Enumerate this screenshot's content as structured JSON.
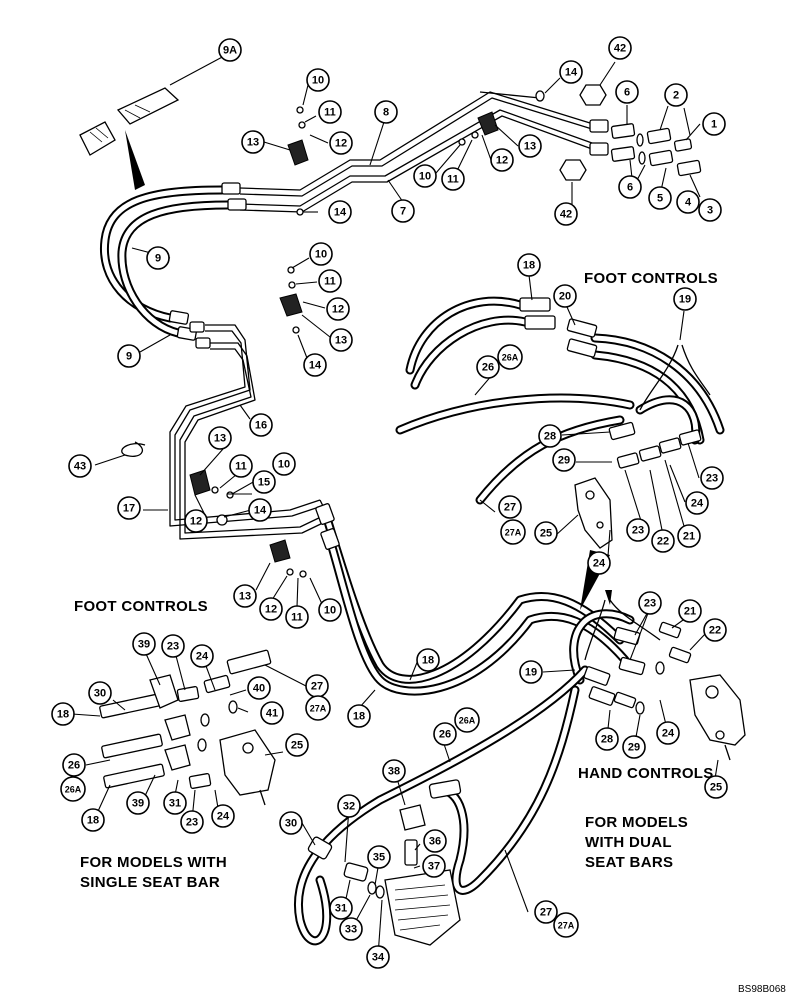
{
  "labels": {
    "foot_controls_top": "FOOT CONTROLS",
    "foot_controls_left": "FOOT CONTROLS",
    "hand_controls": "HAND CONTROLS",
    "single_seat_line1": "FOR MODELS WITH",
    "single_seat_line2": "SINGLE SEAT BAR",
    "dual_seat_line1": "FOR MODELS",
    "dual_seat_line2": "WITH DUAL",
    "dual_seat_line3": "SEAT  BARS",
    "figure_ref": "BS98B068"
  },
  "callouts": [
    {
      "id": "c-9a",
      "text": "9A"
    },
    {
      "id": "c-42a",
      "text": "42"
    },
    {
      "id": "c-14a",
      "text": "14"
    },
    {
      "id": "c-10a",
      "text": "10"
    },
    {
      "id": "c-8",
      "text": "8"
    },
    {
      "id": "c-11a",
      "text": "11"
    },
    {
      "id": "c-6a",
      "text": "6"
    },
    {
      "id": "c-2",
      "text": "2"
    },
    {
      "id": "c-1",
      "text": "1"
    },
    {
      "id": "c-13a",
      "text": "13"
    },
    {
      "id": "c-12a",
      "text": "12"
    },
    {
      "id": "c-12b",
      "text": "12"
    },
    {
      "id": "c-13b",
      "text": "13"
    },
    {
      "id": "c-10b",
      "text": "10"
    },
    {
      "id": "c-11b",
      "text": "11"
    },
    {
      "id": "c-7",
      "text": "7"
    },
    {
      "id": "c-14b",
      "text": "14"
    },
    {
      "id": "c-6b",
      "text": "6"
    },
    {
      "id": "c-5",
      "text": "5"
    },
    {
      "id": "c-4",
      "text": "4"
    },
    {
      "id": "c-3",
      "text": "3"
    },
    {
      "id": "c-42b",
      "text": "42"
    },
    {
      "id": "c-9b",
      "text": "9"
    },
    {
      "id": "c-10c",
      "text": "10"
    },
    {
      "id": "c-11c",
      "text": "11"
    },
    {
      "id": "c-12c",
      "text": "12"
    },
    {
      "id": "c-13c",
      "text": "13"
    },
    {
      "id": "c-14c",
      "text": "14"
    },
    {
      "id": "c-9c",
      "text": "9"
    },
    {
      "id": "c-18a",
      "text": "18"
    },
    {
      "id": "c-20a",
      "text": "20"
    },
    {
      "id": "c-19a",
      "text": "19"
    },
    {
      "id": "c-26a",
      "text": "26"
    },
    {
      "id": "c-26aa",
      "text": "26A"
    },
    {
      "id": "c-16",
      "text": "16"
    },
    {
      "id": "c-13d",
      "text": "13"
    },
    {
      "id": "c-10d",
      "text": "10"
    },
    {
      "id": "c-11d",
      "text": "11"
    },
    {
      "id": "c-15",
      "text": "15"
    },
    {
      "id": "c-43",
      "text": "43"
    },
    {
      "id": "c-14d",
      "text": "14"
    },
    {
      "id": "c-17",
      "text": "17"
    },
    {
      "id": "c-12d",
      "text": "12"
    },
    {
      "id": "c-28a",
      "text": "28"
    },
    {
      "id": "c-29a",
      "text": "29"
    },
    {
      "id": "c-23a",
      "text": "23"
    },
    {
      "id": "c-24a",
      "text": "24"
    },
    {
      "id": "c-27a",
      "text": "27"
    },
    {
      "id": "c-27aa",
      "text": "27A"
    },
    {
      "id": "c-25a",
      "text": "25"
    },
    {
      "id": "c-23b",
      "text": "23"
    },
    {
      "id": "c-22a",
      "text": "22"
    },
    {
      "id": "c-21a",
      "text": "21"
    },
    {
      "id": "c-24b",
      "text": "24"
    },
    {
      "id": "c-13e",
      "text": "13"
    },
    {
      "id": "c-12e",
      "text": "12"
    },
    {
      "id": "c-11e",
      "text": "11"
    },
    {
      "id": "c-10e",
      "text": "10"
    },
    {
      "id": "c-23c",
      "text": "23"
    },
    {
      "id": "c-21b",
      "text": "21"
    },
    {
      "id": "c-22b",
      "text": "22"
    },
    {
      "id": "c-39a",
      "text": "39"
    },
    {
      "id": "c-23d",
      "text": "23"
    },
    {
      "id": "c-24c",
      "text": "24"
    },
    {
      "id": "c-27b",
      "text": "27"
    },
    {
      "id": "c-27ab",
      "text": "27A"
    },
    {
      "id": "c-40",
      "text": "40"
    },
    {
      "id": "c-41",
      "text": "41"
    },
    {
      "id": "c-30a",
      "text": "30"
    },
    {
      "id": "c-18b",
      "text": "18"
    },
    {
      "id": "c-18c",
      "text": "18"
    },
    {
      "id": "c-19b",
      "text": "19"
    },
    {
      "id": "c-18d",
      "text": "18"
    },
    {
      "id": "c-26b",
      "text": "26"
    },
    {
      "id": "c-26ab",
      "text": "26A"
    },
    {
      "id": "c-25b",
      "text": "25"
    },
    {
      "id": "c-39b",
      "text": "39"
    },
    {
      "id": "c-31a",
      "text": "31"
    },
    {
      "id": "c-23e",
      "text": "23"
    },
    {
      "id": "c-24d",
      "text": "24"
    },
    {
      "id": "c-18e",
      "text": "18"
    },
    {
      "id": "c-28b",
      "text": "28"
    },
    {
      "id": "c-29b",
      "text": "29"
    },
    {
      "id": "c-24e",
      "text": "24"
    },
    {
      "id": "c-26c",
      "text": "26"
    },
    {
      "id": "c-26ac",
      "text": "26A"
    },
    {
      "id": "c-38",
      "text": "38"
    },
    {
      "id": "c-25c",
      "text": "25"
    },
    {
      "id": "c-32",
      "text": "32"
    },
    {
      "id": "c-36",
      "text": "36"
    },
    {
      "id": "c-30b",
      "text": "30"
    },
    {
      "id": "c-35",
      "text": "35"
    },
    {
      "id": "c-37",
      "text": "37"
    },
    {
      "id": "c-31b",
      "text": "31"
    },
    {
      "id": "c-33",
      "text": "33"
    },
    {
      "id": "c-27c",
      "text": "27"
    },
    {
      "id": "c-27ac",
      "text": "27A"
    },
    {
      "id": "c-34",
      "text": "34"
    }
  ]
}
